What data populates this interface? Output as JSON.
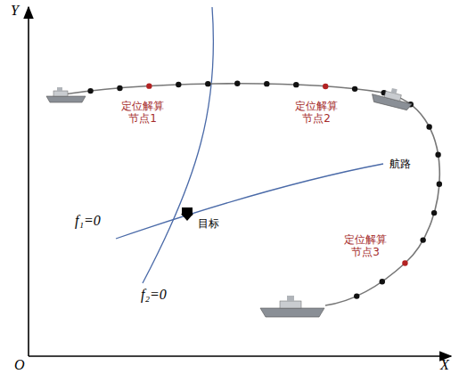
{
  "diagram": {
    "labels": [
      "Y",
      "O",
      "X",
      "定位解算 节点1",
      "定位解算 节点2",
      "定位解算 节点3",
      "航路",
      "f₁=0",
      "f₂=0",
      "目标"
    ]
  }
}
